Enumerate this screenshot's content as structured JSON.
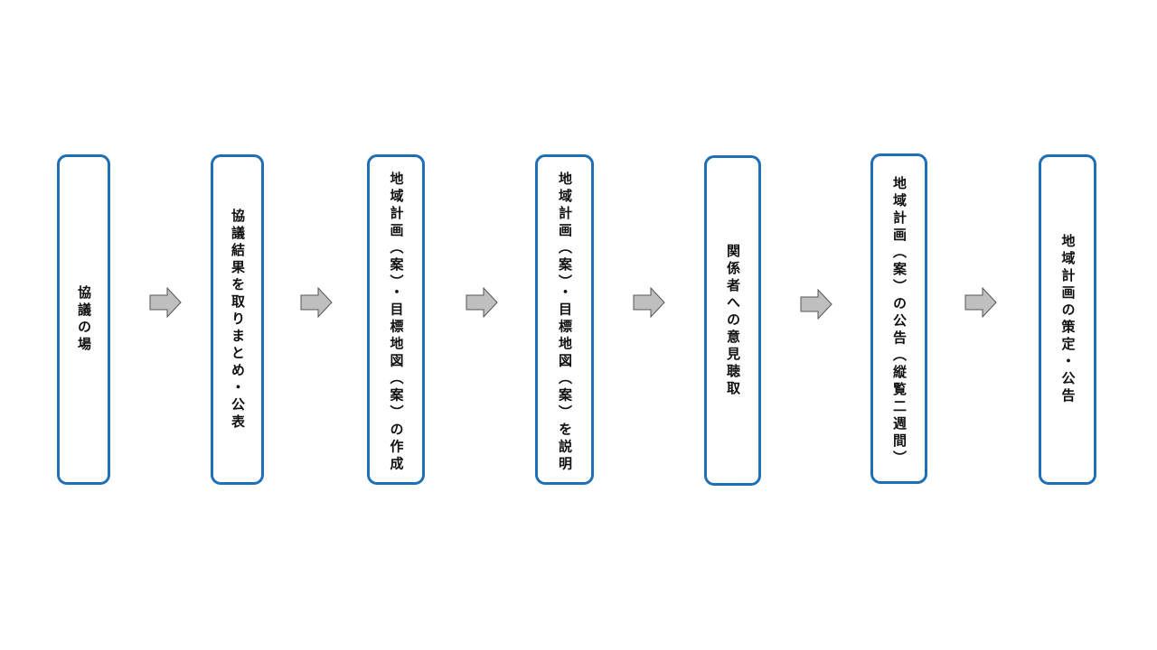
{
  "steps": [
    {
      "label": "協議の場"
    },
    {
      "label": "協議結果を取りまとめ・公表"
    },
    {
      "label": "地域計画（案）・目標地図（案）の作成"
    },
    {
      "label": "地域計画（案）・目標地図（案）を説明"
    },
    {
      "label": "関係者への意見聴取"
    },
    {
      "label": "地域計画（案）の公告（縦覧二週間）"
    },
    {
      "label": "地域計画の策定・公告"
    }
  ],
  "arrow_icon": "right-arrow-icon",
  "colors": {
    "box_border": "#1e6fb5",
    "arrow_fill": "#bfbfbf",
    "arrow_stroke": "#555555",
    "text": "#111111"
  }
}
